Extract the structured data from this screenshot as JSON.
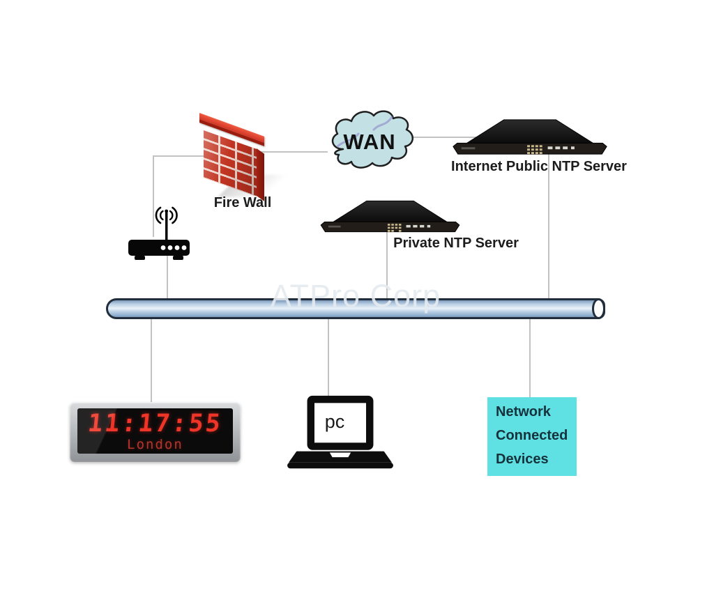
{
  "watermark": "ATPro Corp",
  "nodes": {
    "firewall": {
      "label": "Fire Wall"
    },
    "wan": {
      "label": "WAN"
    },
    "public_ntp": {
      "label": "Internet Public NTP Server"
    },
    "private_ntp": {
      "label": "Private NTP Server"
    },
    "pc": {
      "label": "pc"
    },
    "clock": {
      "time": "11:17:55",
      "city": "London"
    },
    "devices": {
      "lines": [
        "Network",
        "Connected",
        "Devices"
      ]
    }
  },
  "icons": {
    "firewall": "brick-wall-icon",
    "wan": "cloud-icon",
    "router": "wireless-router-icon",
    "public_ntp": "rack-server-icon",
    "private_ntp": "rack-server-icon",
    "pc": "laptop-icon",
    "clock": "led-clock-icon",
    "bus": "pipe-bus"
  },
  "colors": {
    "pipe_blue": "#9fbcd8",
    "devices_cyan": "#5fe0e2",
    "led_red": "#ee3527",
    "brick_red": "#c23422",
    "cloud_blue": "#c3e1e4",
    "line_gray": "#c2c2c2"
  }
}
